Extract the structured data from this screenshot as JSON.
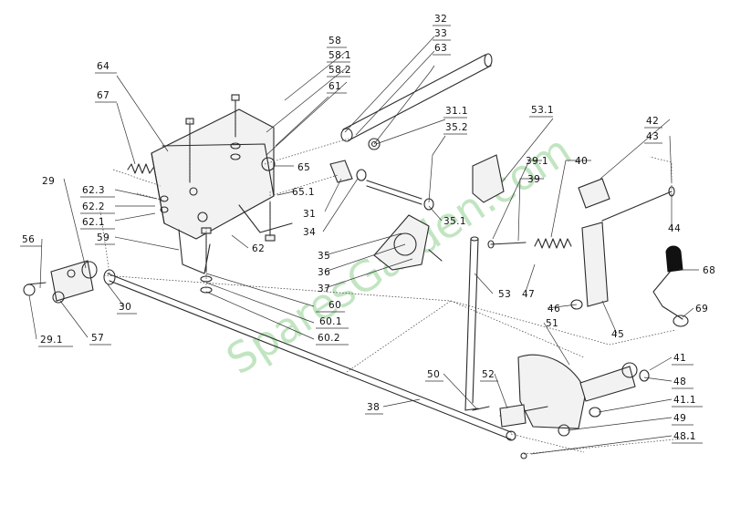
{
  "watermark": "SparesGarden.com",
  "labels": {
    "l32": "32",
    "l33": "33",
    "l63": "63",
    "l58": "58",
    "l58_1": "58.1",
    "l58_2": "58.2",
    "l61": "61",
    "l64": "64",
    "l67": "67",
    "l31_1": "31.1",
    "l35_2": "35.2",
    "l53_1": "53.1",
    "l42": "42",
    "l43": "43",
    "l65": "65",
    "l65_1": "65.1",
    "l39_1": "39.1",
    "l40": "40",
    "l39": "39",
    "l29": "29",
    "l62_3": "62.3",
    "l62_2": "62.2",
    "l62_1": "62.1",
    "l31": "31",
    "l34": "34",
    "l35_1": "35.1",
    "l44": "44",
    "l56": "56",
    "l59": "59",
    "l62": "62",
    "l35": "35",
    "l36": "36",
    "l37": "37",
    "l68": "68",
    "l30": "30",
    "l53": "53",
    "l47": "47",
    "l60": "60",
    "l46": "46",
    "l69": "69",
    "l60_1": "60.1",
    "l51": "51",
    "l29_1": "29.1",
    "l57": "57",
    "l60_2": "60.2",
    "l45": "45",
    "l41": "41",
    "l50": "50",
    "l52": "52",
    "l48": "48",
    "l38": "38",
    "l41_1": "41.1",
    "l49": "49",
    "l48_1": "48.1"
  }
}
